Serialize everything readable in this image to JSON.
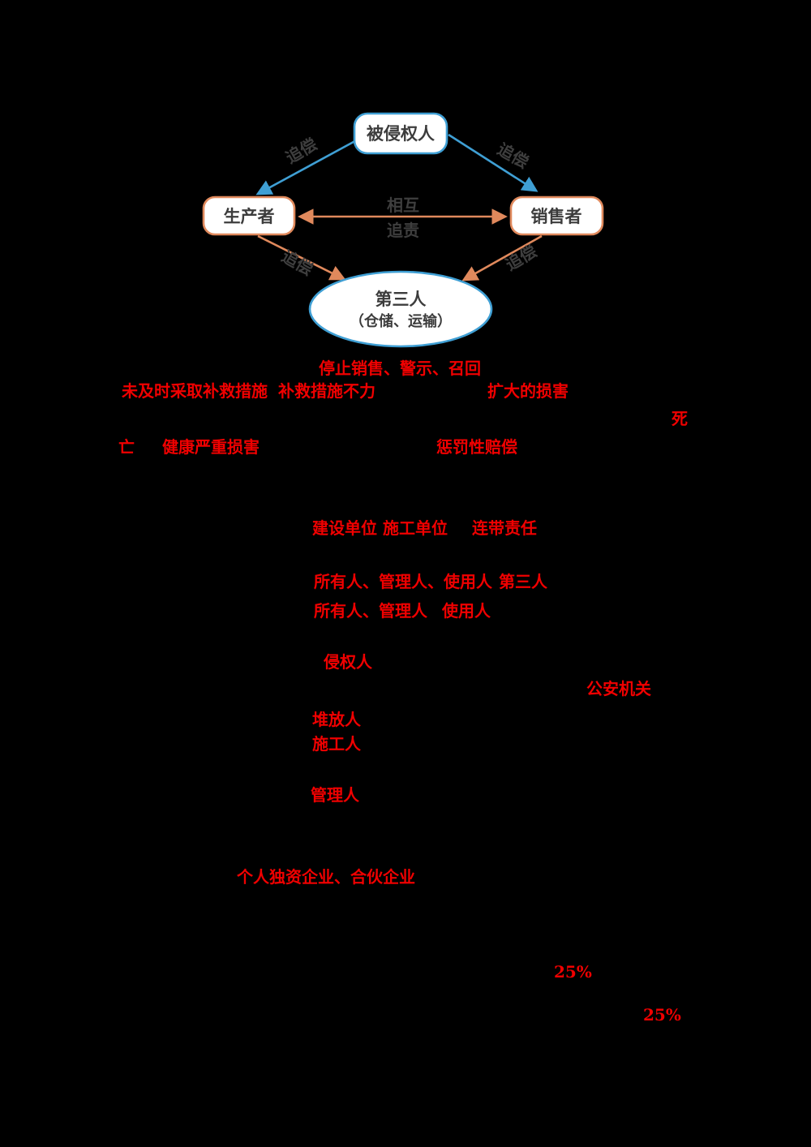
{
  "colors": {
    "page_background": "#000000",
    "accent_blue": "#3f9fd4",
    "accent_orange": "#e0895c",
    "node_fill": "#ffffff",
    "diagram_text": "#3c3c3c",
    "highlight_red": "#f00000"
  },
  "diagram": {
    "victim": "被侵权人",
    "producer": "生产者",
    "seller": "销售者",
    "third_party_line1": "第三人",
    "third_party_line2": "（仓储、运输）",
    "recourse_top_left": "追偿",
    "recourse_top_right": "追偿",
    "recourse_bottom_left": "追偿",
    "recourse_bottom_right": "追偿",
    "mutual_line1": "相互",
    "mutual_line2": "追责"
  },
  "highlights": {
    "stop_sale_warn_recall": "停止销售、警示、召回",
    "no_timely_remedy": "未及时采取补救措施",
    "remedy_ineffective": "补救措施不力",
    "enlarged_damage": "扩大的损害",
    "death_char": "死",
    "death_char_cont": "亡",
    "serious_health_damage": "健康严重损害",
    "punitive_damages": "惩罚性赔偿",
    "construction_developer": "建设单位",
    "construction_contractor": "施工单位",
    "joint_liability": "连带责任",
    "owner_manager_user": "所有人、管理人、使用人",
    "third_party": "第三人",
    "owner_manager": "所有人、管理人",
    "user": "使用人",
    "tortfeasor": "侵权人",
    "public_security_organ": "公安机关",
    "stacker": "堆放人",
    "constructor": "施工人",
    "manager": "管理人",
    "sole_proprietorship_partnership": "个人独资企业、合伙企业",
    "percent_first": "25%",
    "percent_second": "25%"
  }
}
